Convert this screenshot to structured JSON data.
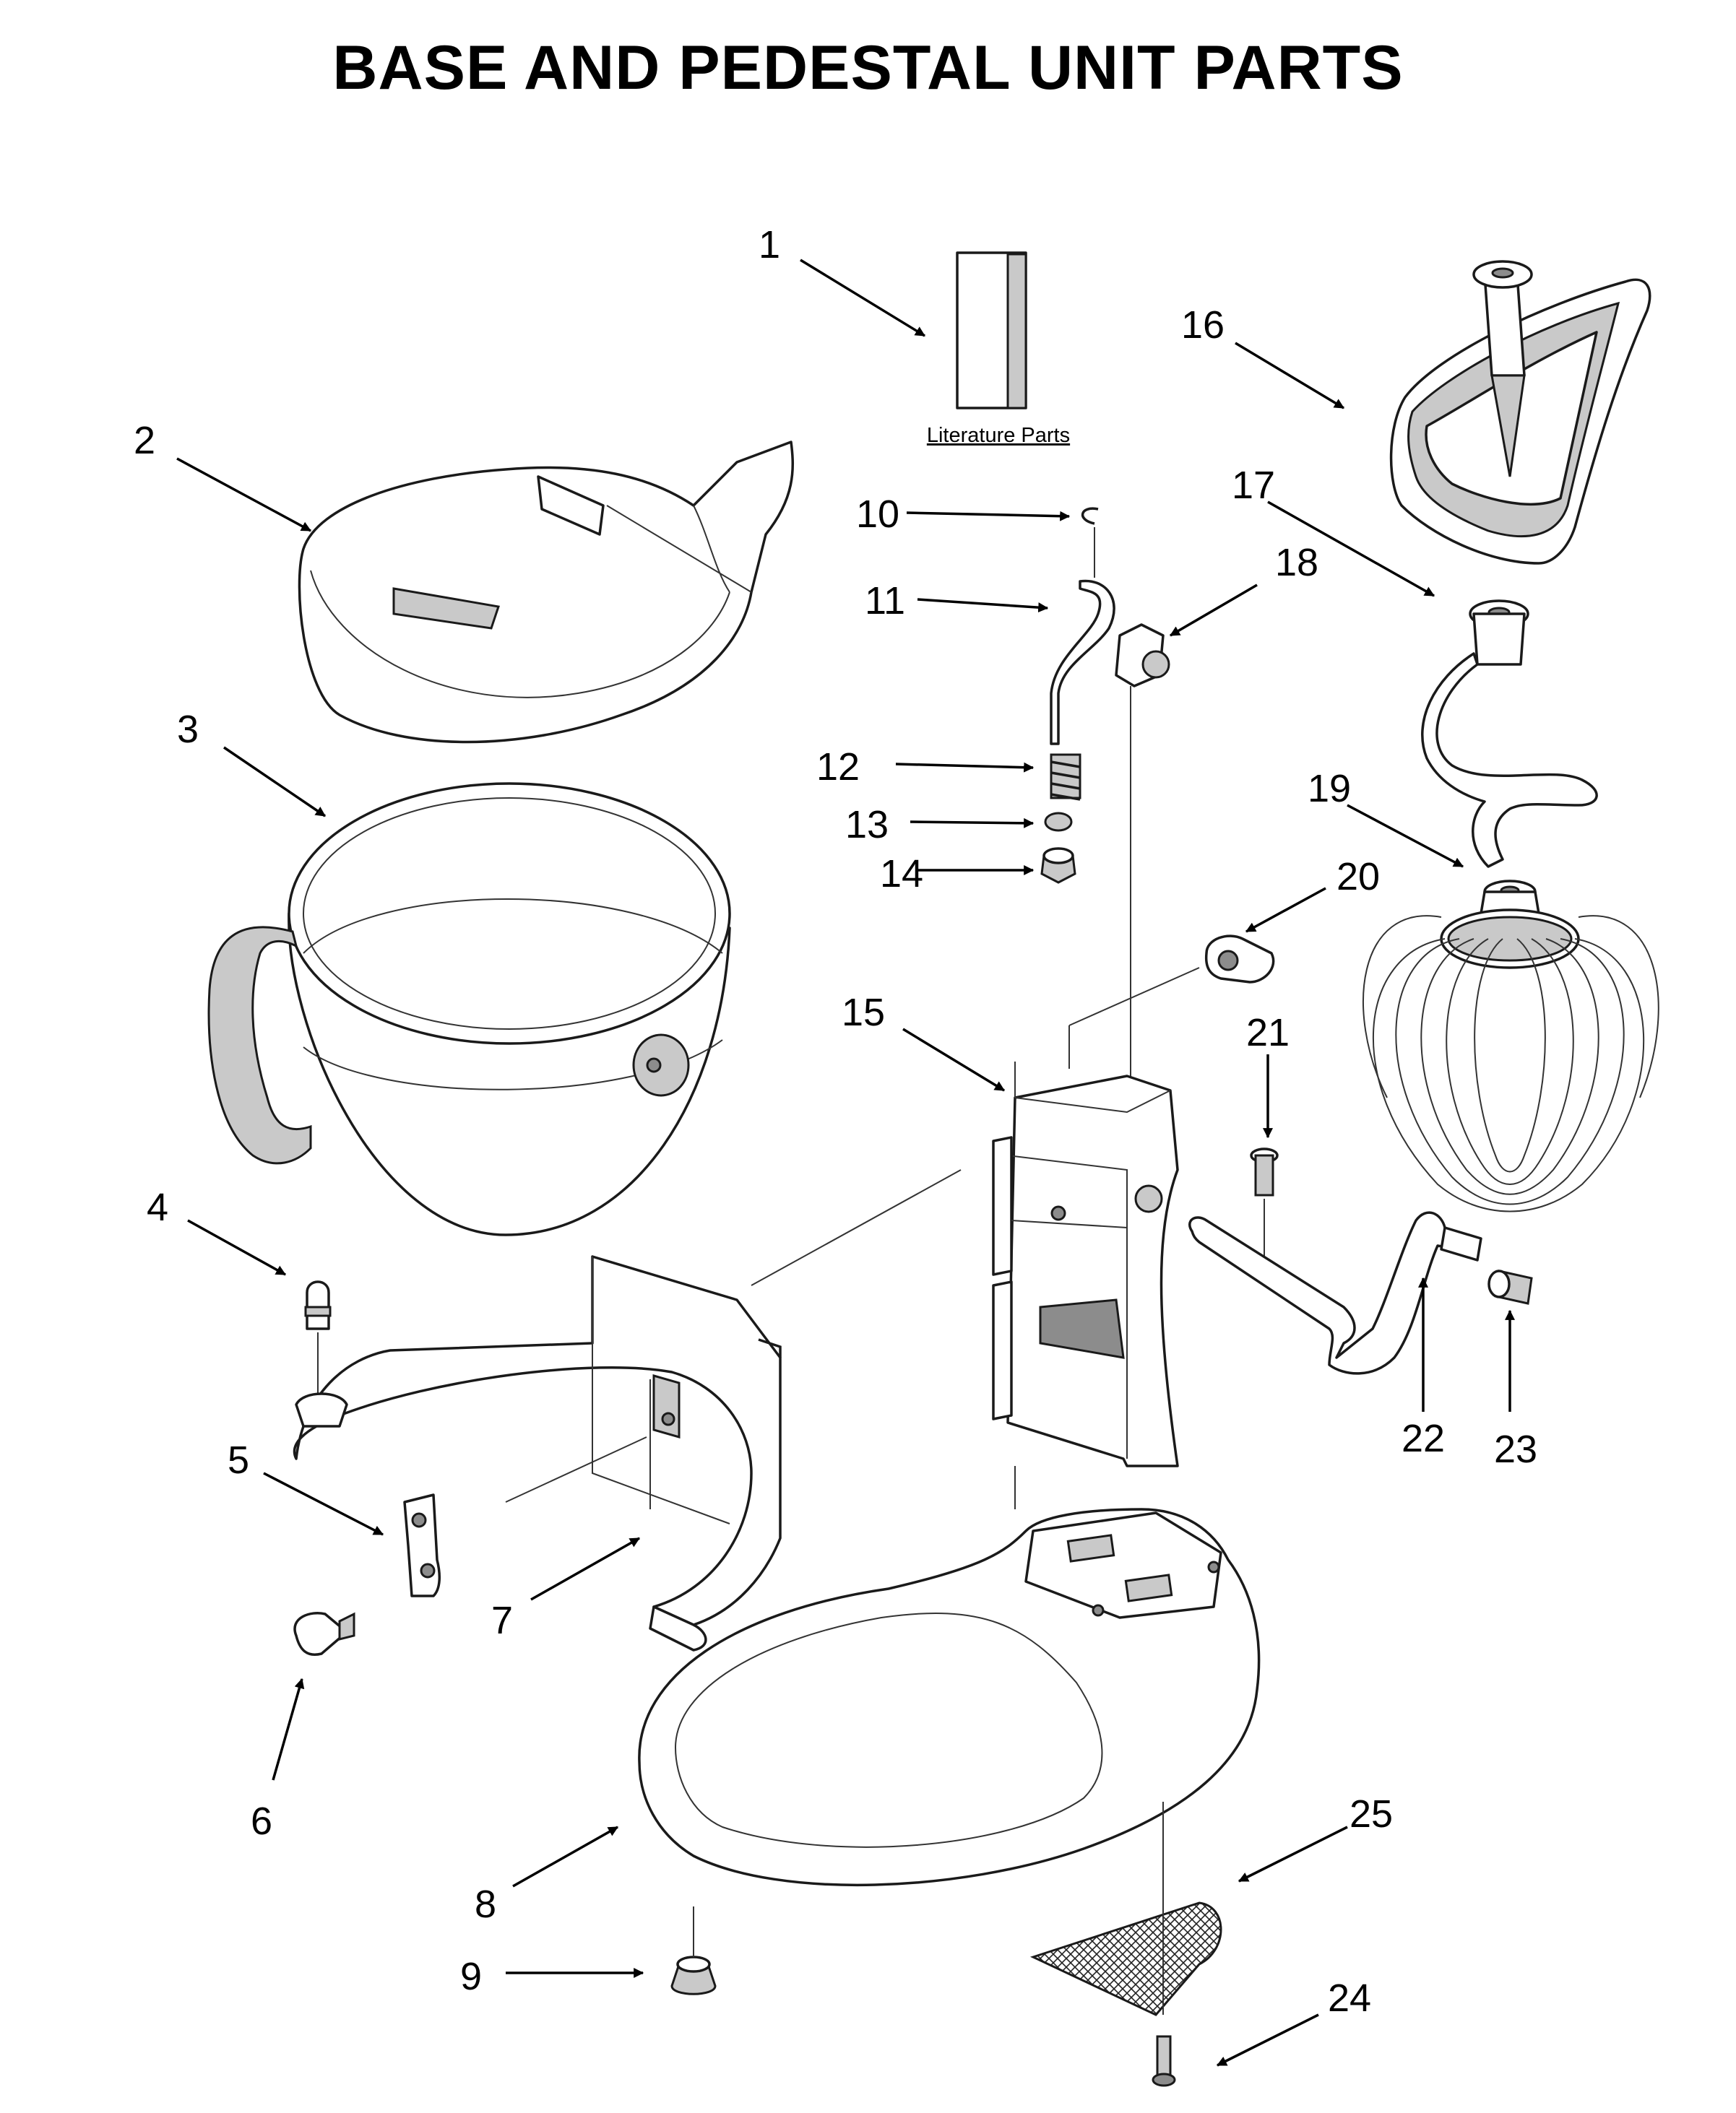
{
  "title": "BASE AND PEDESTAL UNIT PARTS",
  "literature_label": "Literature Parts",
  "callouts": [
    "1",
    "2",
    "3",
    "4",
    "5",
    "6",
    "7",
    "8",
    "9",
    "10",
    "11",
    "12",
    "13",
    "14",
    "15",
    "16",
    "17",
    "18",
    "19",
    "20",
    "21",
    "22",
    "23",
    "24",
    "25"
  ]
}
